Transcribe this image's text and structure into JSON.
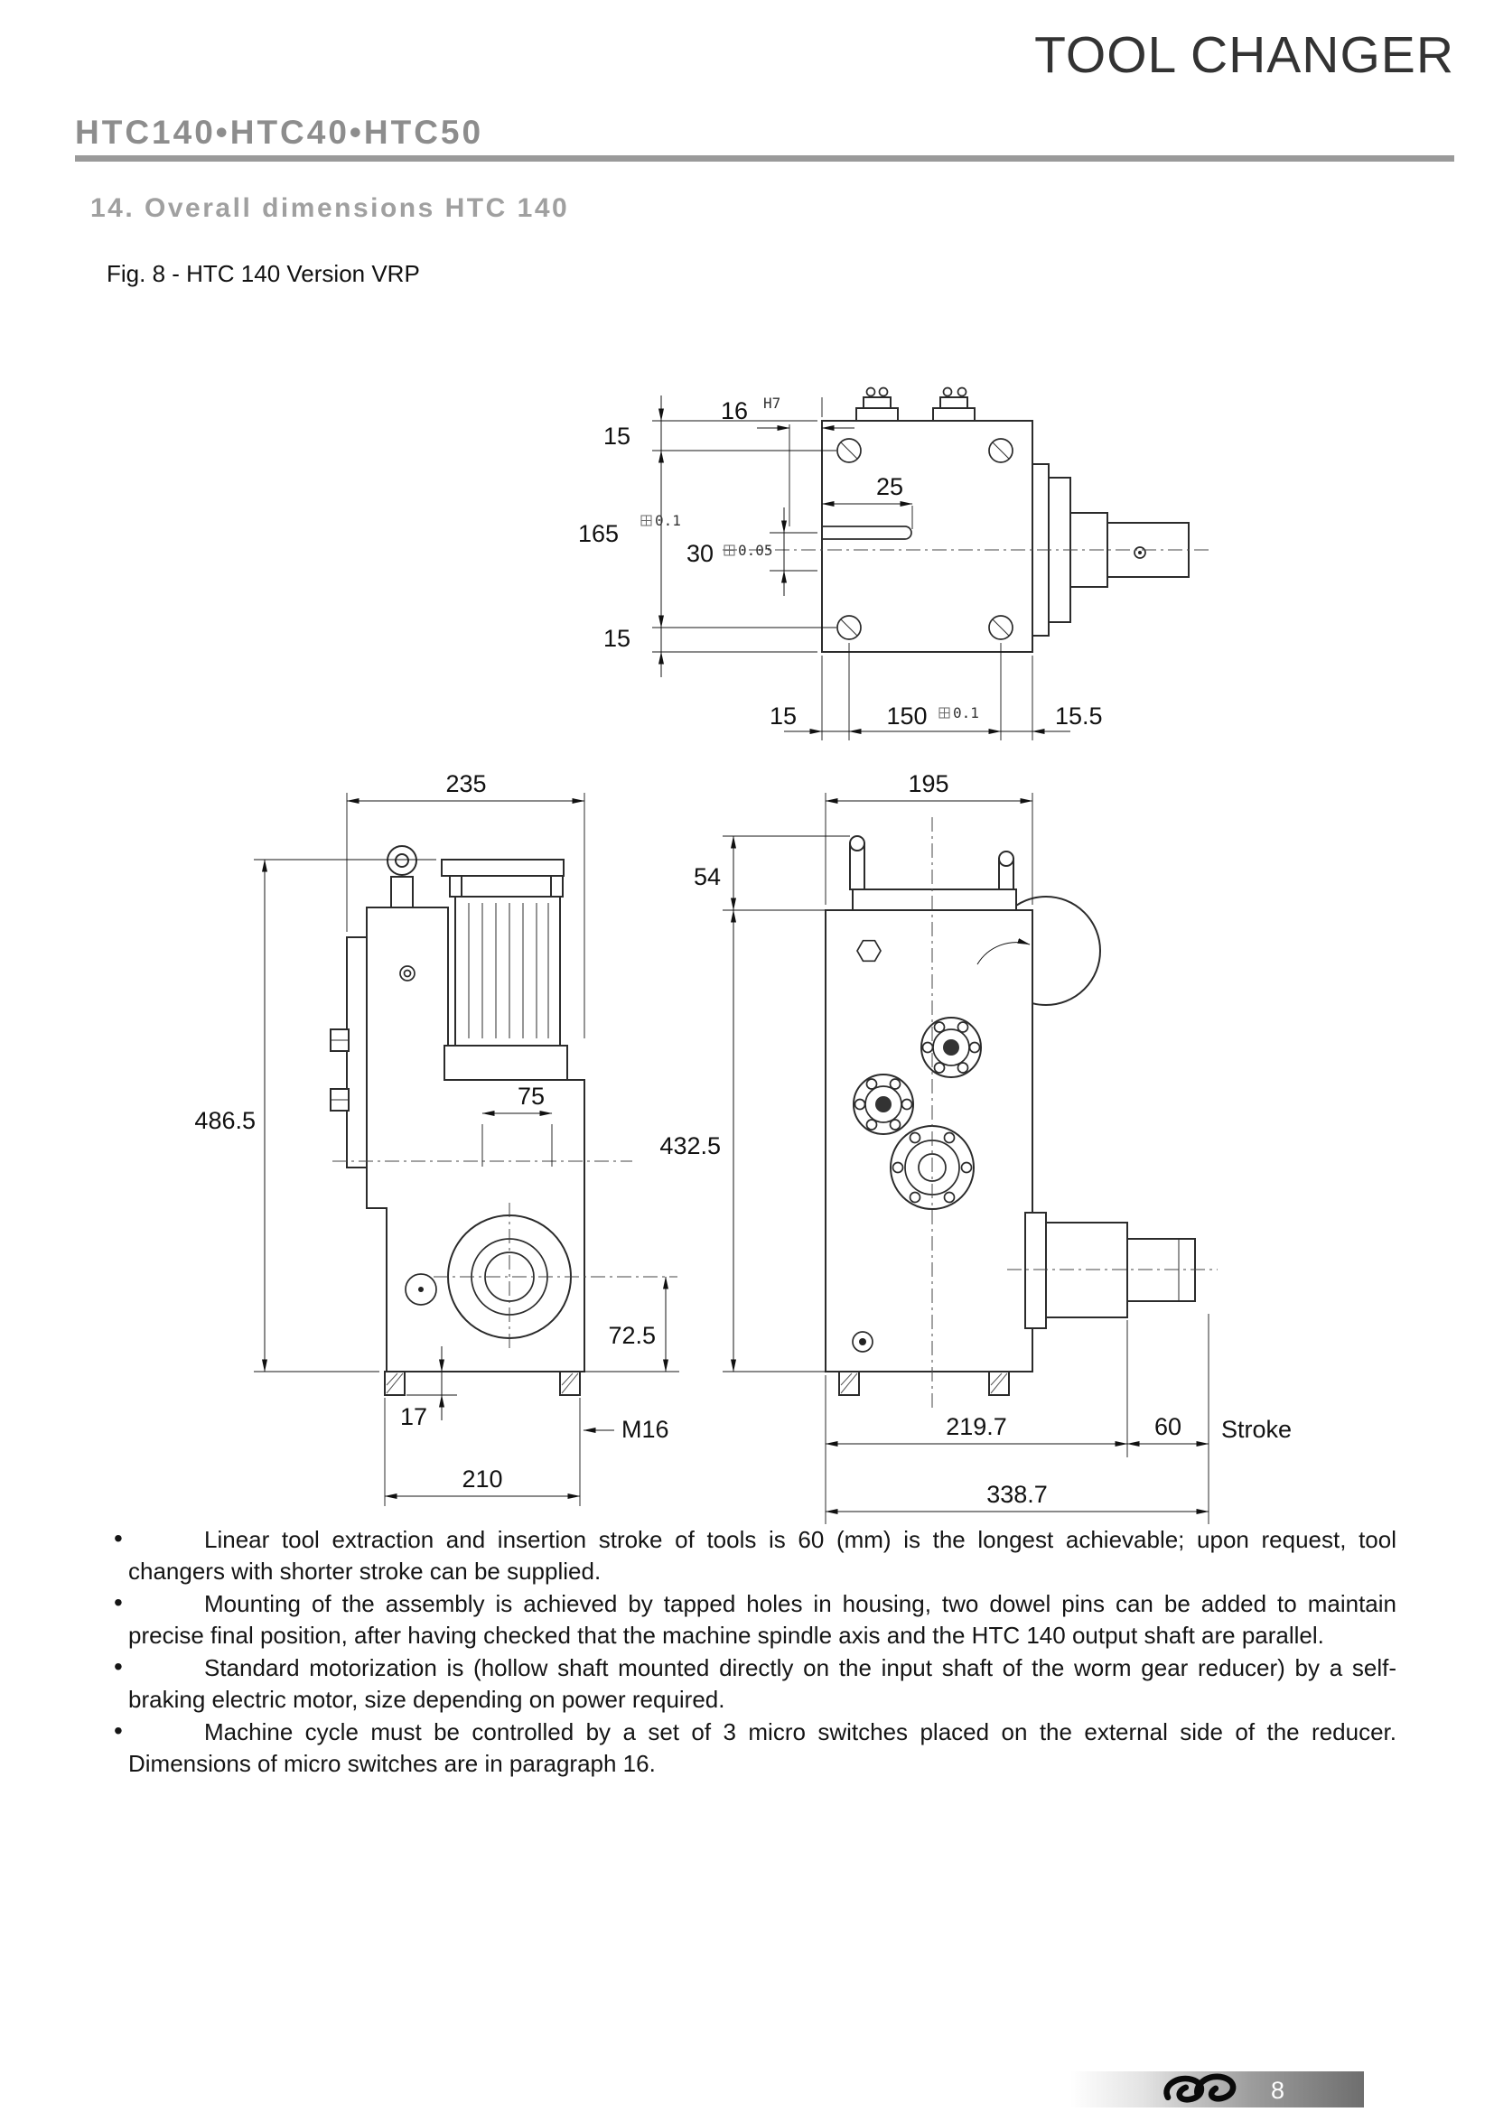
{
  "header": {
    "title": "TOOL CHANGER",
    "models": "HTC140•HTC40•HTC50",
    "section": "14. Overall dimensions HTC 140",
    "figure_caption": "Fig. 8 - HTC 140 Version VRP"
  },
  "top_view": {
    "d16": "16",
    "h7": "H7",
    "d15_top": "15",
    "d25": "25",
    "d165": "165",
    "tol165": "0.1",
    "d30": "30",
    "tol30": "0.05",
    "d15_bottom": "15",
    "b15": "15",
    "b150": "150",
    "tol150": "0.1",
    "b155": "15.5"
  },
  "side_view": {
    "w235": "235",
    "h4865": "486.5",
    "d75": "75",
    "d725": "72.5",
    "d17": "17",
    "m16": "M16",
    "w210": "210"
  },
  "front_view": {
    "w195": "195",
    "d54": "54",
    "h4325": "432.5",
    "d2197": "219.7",
    "d60": "60",
    "stroke_label": "Stroke",
    "w3387": "338.7"
  },
  "notes": [
    "Linear tool extraction and insertion stroke of tools is 60 (mm) is the longest achievable; upon request, tool changers with shorter stroke can be supplied.",
    "Mounting of the assembly is achieved by tapped holes in housing, two dowel pins can be added to maintain precise final position, after having checked that the machine spindle axis and the HTC 140 output shaft are parallel.",
    "Standard motorization is (hollow shaft mounted directly on the input shaft of the worm gear reducer) by a self-braking electric motor, size depending on power required.",
    "Machine cycle must be controlled by a set of 3 micro switches placed on the external side of the reducer. Dimensions of micro switches are in paragraph 16."
  ],
  "footer": {
    "page_number": "8"
  }
}
